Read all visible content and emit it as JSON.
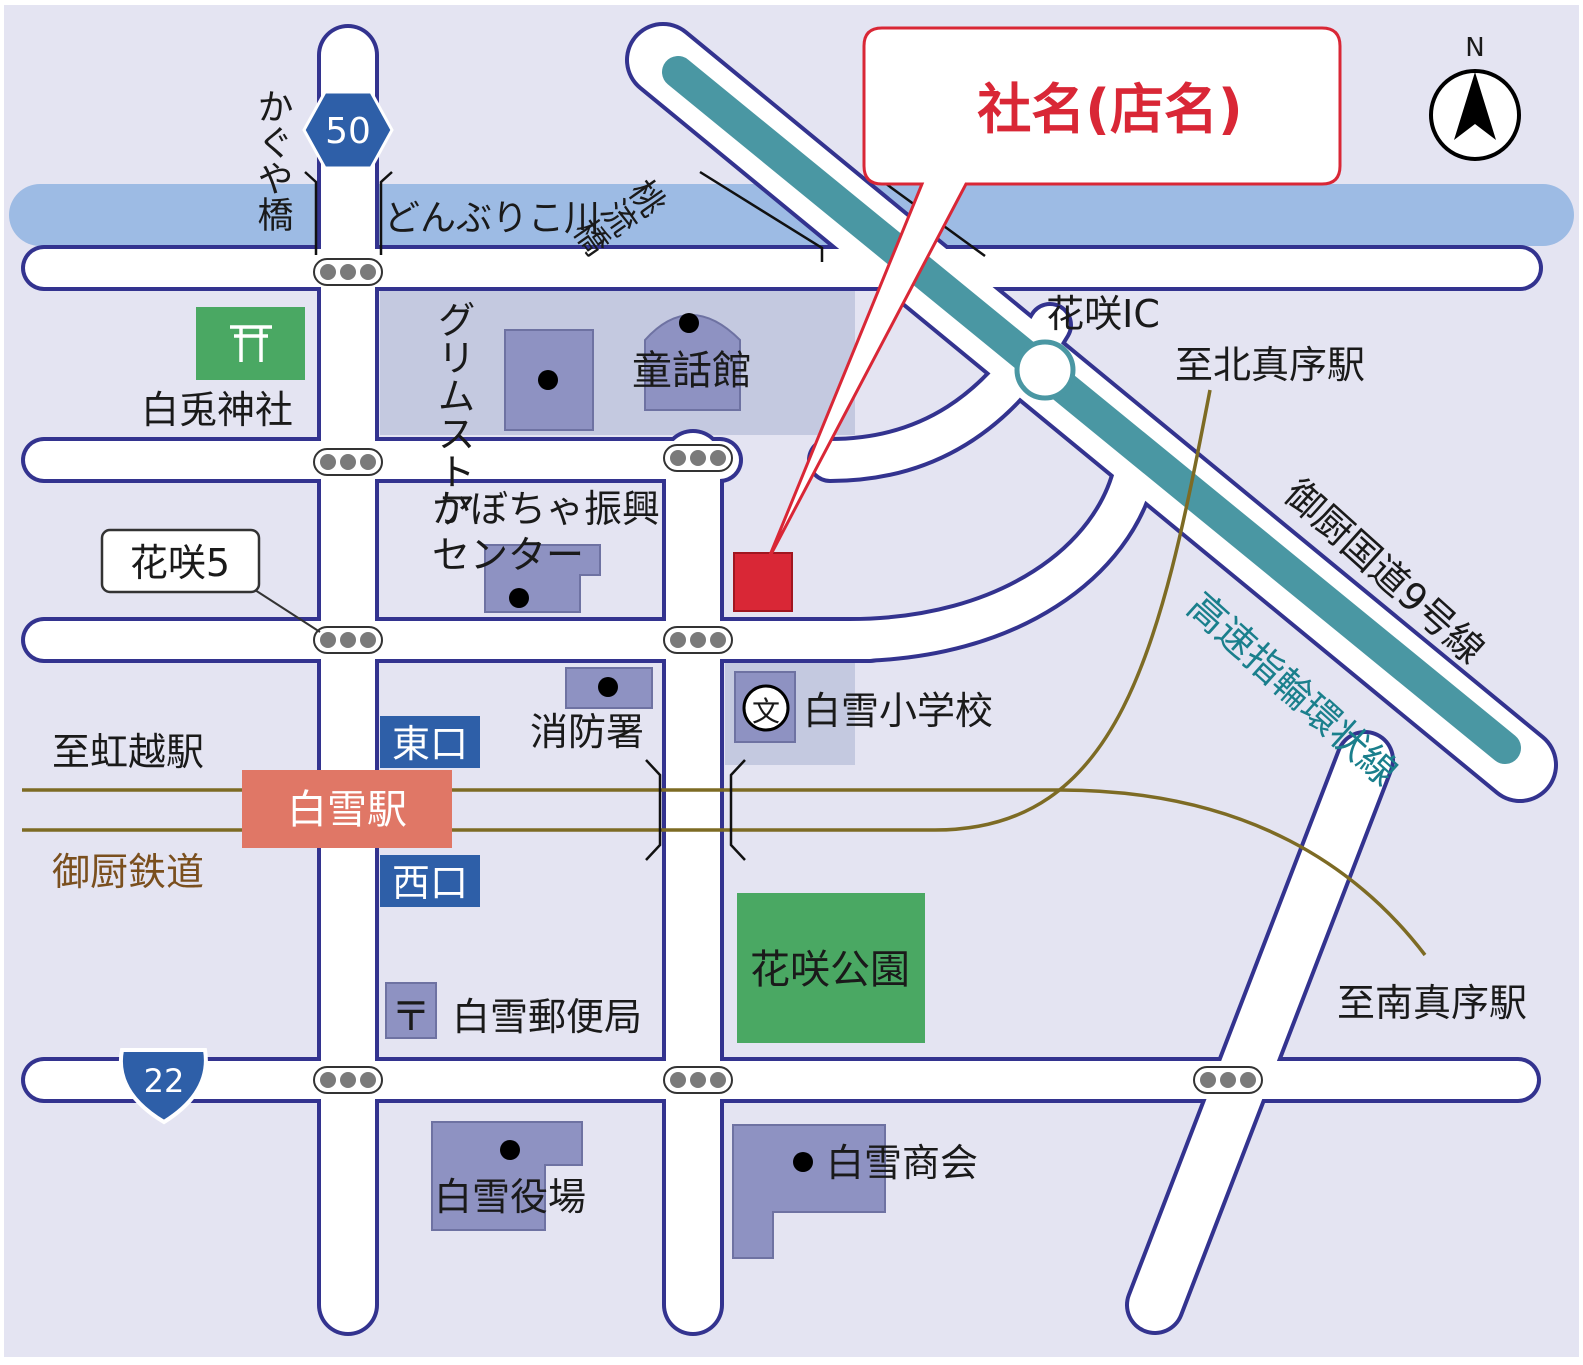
{
  "company": {
    "name": "社名(店名)"
  },
  "compass": {
    "label": "N"
  },
  "river": {
    "name": "どんぶりこ川"
  },
  "bridges": {
    "kaguya": "かぐや橋",
    "momoryu": "桃流橋"
  },
  "route_shields": {
    "route50": "50",
    "route22": "22"
  },
  "interchange": {
    "name": "花咲IC"
  },
  "highways": {
    "national9": "御厨国道9号線",
    "ring": "高速指輪環状線"
  },
  "railway": {
    "name": "御厨鉄道",
    "station": "白雪駅",
    "east_exit": "東口",
    "west_exit": "西口",
    "to_west": "至虹越駅",
    "to_north": "至北真序駅",
    "to_south": "至南真序駅"
  },
  "intersection": {
    "name": "花咲5"
  },
  "facilities": {
    "shrine": "白兎神社",
    "grimm_store": "グリムストア",
    "fairytale_hall": "童話館",
    "pumpkin_center_line1": "かぼちゃ振興",
    "pumpkin_center_line2": "センター",
    "fire_station": "消防署",
    "school": "白雪小学校",
    "school_icon_char": "文",
    "park": "花咲公園",
    "post_office": "白雪郵便局",
    "post_icon_char": "〒",
    "town_hall": "白雪役場",
    "chamber": "白雪商会"
  },
  "colors": {
    "background": "#e4e4f2",
    "road_fill": "#ffffff",
    "road_edge": "#33338f",
    "river": "#9dbbe4",
    "building": "#8e92c2",
    "block_shade": "#c4c9e0",
    "highway": "#4a97a3",
    "rail": "#7d6b24",
    "station_box": "#e07766",
    "exit_box": "#2e5fa8",
    "green": "#4aa863",
    "company_red": "#d92736",
    "brown_text": "#7a4f1e",
    "teal_text": "#1a7f8c"
  },
  "icons": {
    "compass": "north-arrow-icon",
    "shrine": "torii-icon",
    "school": "school-icon",
    "post": "post-office-icon",
    "traffic_light": "traffic-light-icon",
    "building_marker": "building-dot-icon"
  }
}
